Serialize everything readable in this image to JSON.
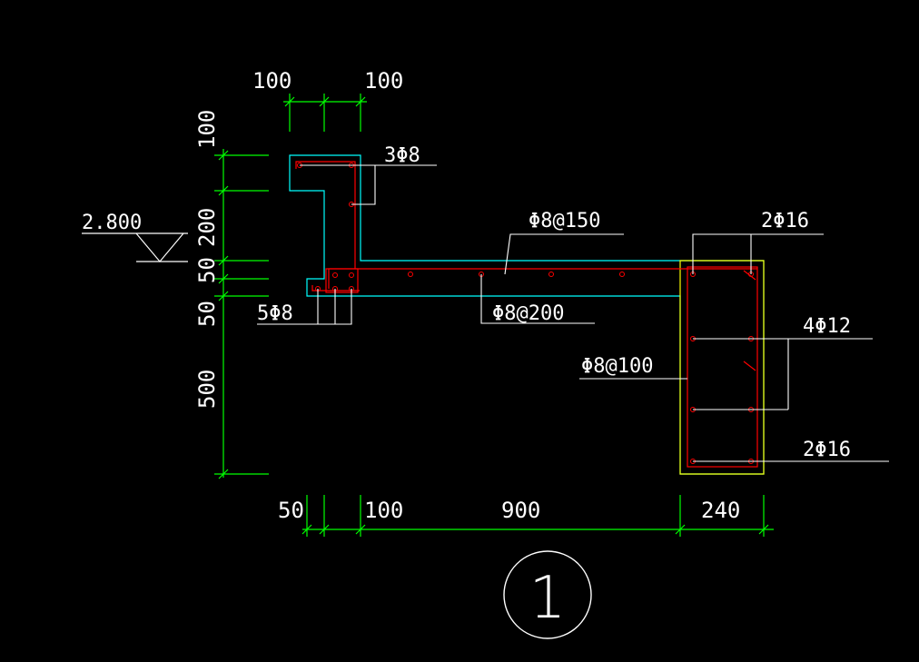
{
  "colors": {
    "background": "#000000",
    "dimension": "#00ff00",
    "concrete_outline": "#00ffff",
    "rebar": "#ff0000",
    "beam_outline": "#ffff00",
    "leader": "#ffffff"
  },
  "dimensions": {
    "top_left": "100",
    "top_right": "100",
    "left_1": "100",
    "left_2": "200",
    "left_3": "50",
    "left_4": "50",
    "left_5": "500",
    "bottom_1": "50",
    "bottom_2": "100",
    "bottom_3": "900",
    "bottom_4": "240"
  },
  "elevation": "2.800",
  "labels": {
    "upstand_bars": "3Φ8",
    "slab_top_bars": "Φ8@150",
    "beam_top_bars": "2Φ16",
    "edge_bars": "5Φ8",
    "slab_dist_bars": "Φ8@200",
    "side_bars": "4Φ12",
    "stirrups": "Φ8@100",
    "beam_bottom_bars": "2Φ16"
  },
  "section_mark": "1"
}
